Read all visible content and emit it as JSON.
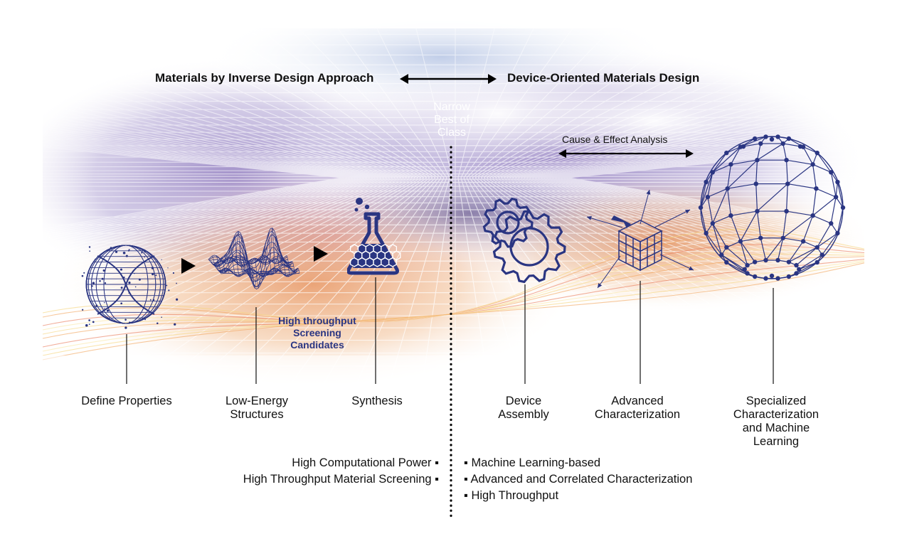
{
  "header": {
    "left_title": "Materials by Inverse Design Approach",
    "right_title": "Device-Oriented Materials Design"
  },
  "divider": {
    "label_lines": [
      "Narrow",
      "Best of",
      "Class"
    ]
  },
  "cause_effect": "Cause & Effect Analysis",
  "screening_note": [
    "High throughput",
    "Screening",
    "Candidates"
  ],
  "stages": [
    {
      "lines": [
        "Define Properties"
      ],
      "icon": "wireframe-sphere-icon"
    },
    {
      "lines": [
        "Low-Energy",
        "Structures"
      ],
      "icon": "energy-surface-icon"
    },
    {
      "lines": [
        "Synthesis"
      ],
      "icon": "flask-icon"
    },
    {
      "lines": [
        "Device",
        "Assembly"
      ],
      "icon": "gears-icon"
    },
    {
      "lines": [
        "Advanced",
        "Characterization"
      ],
      "icon": "crystal-cube-icon"
    },
    {
      "lines": [
        "Specialized",
        "Characterization",
        "and Machine",
        "Learning"
      ],
      "icon": "network-sphere-icon"
    }
  ],
  "left_bullets": [
    "High Computational Power",
    "High Throughput Material Screening"
  ],
  "right_bullets": [
    "Machine Learning-based",
    "Advanced and Correlated Characterization",
    "High Throughput"
  ],
  "colors": {
    "icon_blue": "#2a3582",
    "text_blue": "#2a3582",
    "background_purple": "#9a86c4",
    "background_orange": "#e59a55"
  }
}
